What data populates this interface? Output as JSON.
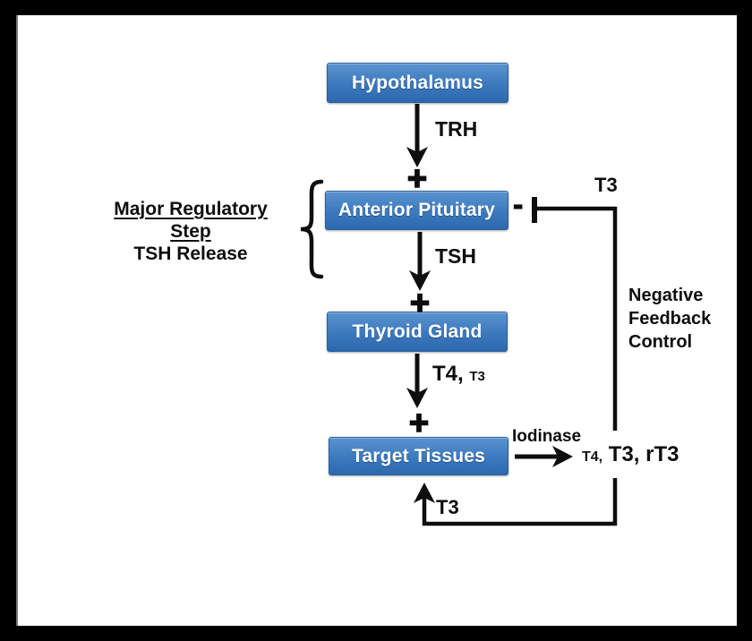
{
  "diagram": {
    "title_hint": "Hypothalamus-Pituitary-Thyroid axis feedback diagram",
    "nodes": {
      "hypothalamus": {
        "label": "Hypothalamus"
      },
      "anterior_pituitary": {
        "label": "Anterior Pituitary"
      },
      "thyroid_gland": {
        "label": "Thyroid Gland"
      },
      "target_tissues": {
        "label": "Target Tissues"
      }
    },
    "edges": {
      "trh": {
        "label": "TRH",
        "sign": "+"
      },
      "tsh": {
        "label": "TSH",
        "sign": "+"
      },
      "t4_t3": {
        "label_main": "T4,",
        "label_sub": "T3",
        "sign": "+"
      },
      "iodinase": {
        "label": "Iodinase",
        "product_small": "T4,",
        "product_large": "T3, rT3"
      },
      "feedback_top": {
        "label": "T3",
        "inhibit_sign": "-"
      },
      "feedback_bottom": {
        "label": "T3"
      }
    },
    "annotations": {
      "major_regulatory": {
        "line1": "Major Regulatory Step",
        "line2": "TSH Release"
      },
      "negative_feedback": {
        "text": "Negative\nFeedback\nControl"
      }
    },
    "colors": {
      "box_gradient_top": "#5a93d0",
      "box_gradient_bottom": "#2d68ae",
      "box_border": "#2b5f9e",
      "box_text": "#ffffff",
      "line": "#0e0e0e",
      "frame": "#000000",
      "canvas": "#ffffff"
    }
  }
}
